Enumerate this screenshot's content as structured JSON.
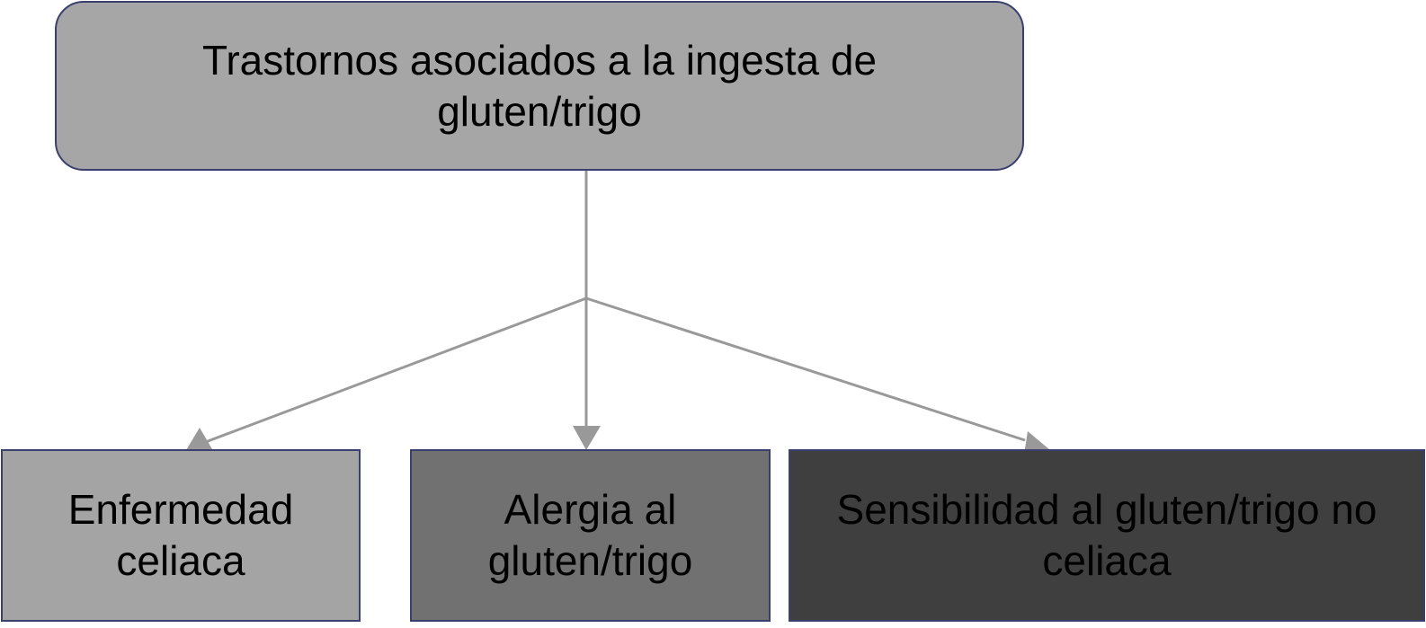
{
  "diagram": {
    "root": {
      "label": "Trastornos asociados a la ingesta de gluten/trigo"
    },
    "children": [
      {
        "label": "Enfermedad celiaca"
      },
      {
        "label": "Alergia al gluten/trigo"
      },
      {
        "label": "Sensibilidad al gluten/trigo no celiaca"
      }
    ]
  },
  "colors": {
    "root_fill": "#a6a6a6",
    "child_1_fill": "#a4a4a4",
    "child_2_fill": "#717171",
    "child_3_fill": "#3f3f3f",
    "border": "#3a3f6e",
    "connector": "#999999"
  }
}
